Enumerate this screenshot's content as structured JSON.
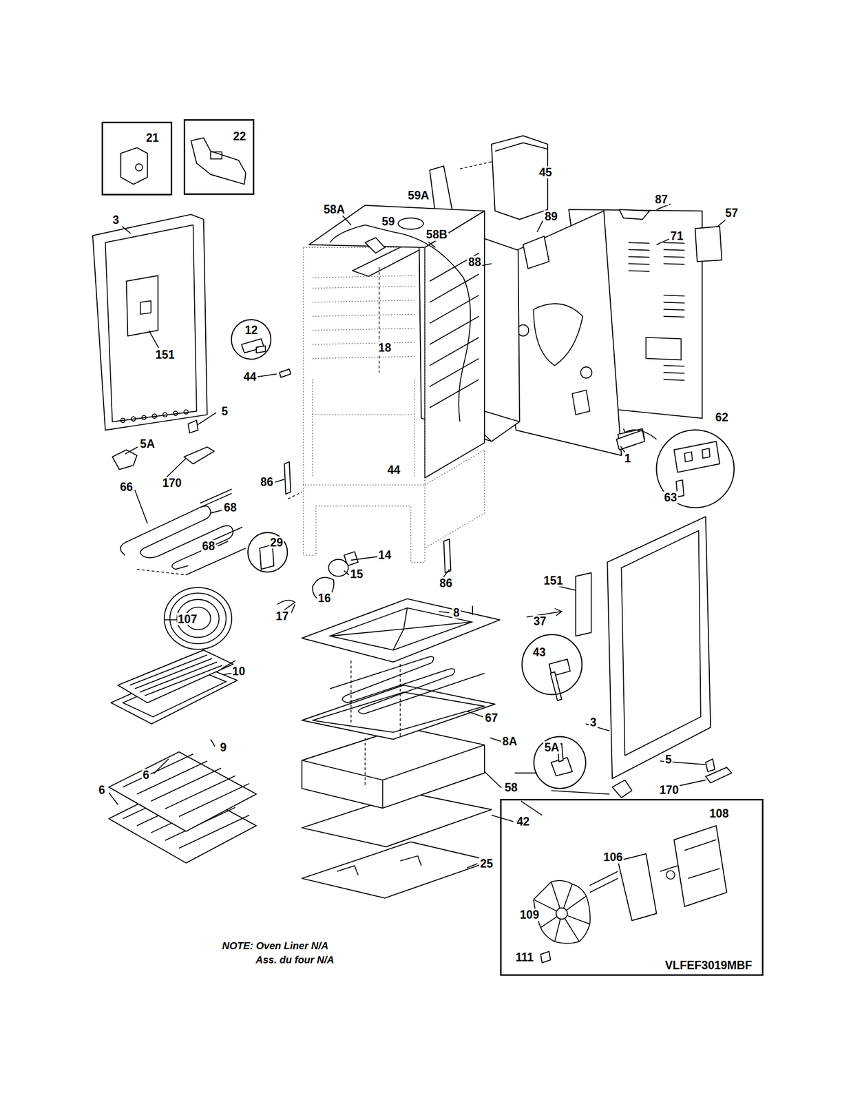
{
  "diagram": {
    "nodes": [
      {
        "text": [
          "21"
        ]
      },
      {
        "text": [
          "22"
        ]
      },
      {
        "text": [
          "12"
        ]
      },
      {
        "text": [
          "62",
          "63"
        ]
      },
      {
        "text": [
          "29"
        ]
      },
      {
        "text": [
          "43"
        ]
      },
      {
        "text": [
          "5A"
        ]
      },
      {
        "text": [
          "108",
          "106",
          "109",
          "111",
          "VLFEF3019MBF"
        ]
      }
    ],
    "labels": [
      "3",
      "151",
      "44",
      "58A",
      "59",
      "59A",
      "45",
      "89",
      "87",
      "71",
      "57",
      "58B",
      "88",
      "18",
      "5",
      "5A",
      "170",
      "86",
      "44",
      "1",
      "66",
      "68",
      "68",
      "14",
      "15",
      "86",
      "151",
      "16",
      "8",
      "17",
      "107",
      "37",
      "10",
      "67",
      "3",
      "8A",
      "9",
      "5",
      "6",
      "58",
      "6",
      "170",
      "42",
      "25",
      "NOTE: Oven Liner N/A",
      "Ass. du four N/A"
    ]
  }
}
